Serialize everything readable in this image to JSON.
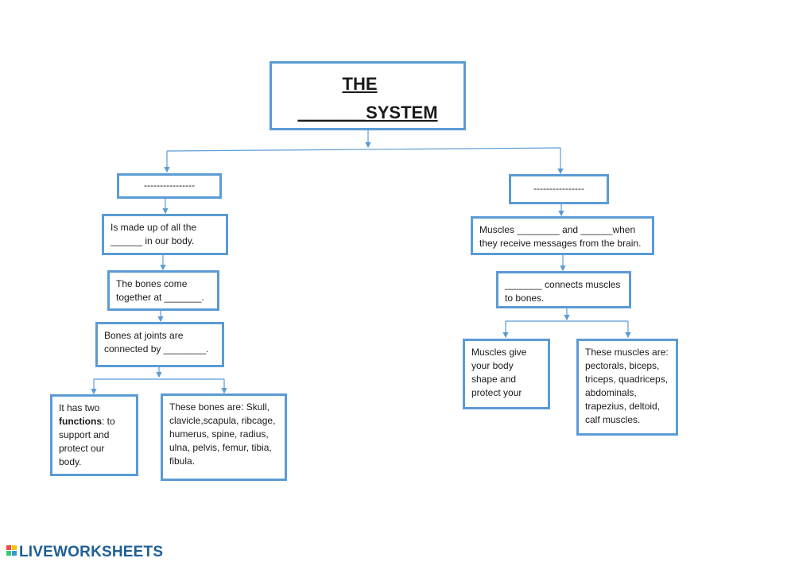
{
  "title": {
    "line1": "THE",
    "line2": "_______SYSTEM"
  },
  "left": {
    "header": "----------------",
    "box1": "Is made up of all the\n______ in our body.",
    "box2": "The bones come\ntogether at _______.",
    "box3": "Bones at joints are\nconnected by ________.",
    "box4_pre": "It has two\n",
    "box4_bold": "functions",
    "box4_post": ": to\nsupport and\nprotect our\nbody.",
    "box5": "These bones are: Skull,\nclavicle,scapula, ribcage,\nhumerus, spine, radius,\nulna, pelvis, femur, tibia,\nfibula."
  },
  "right": {
    "header": "----------------",
    "box1": "Muscles ________ and ______when\nthey receive messages from the brain.",
    "box2": "_______ connects muscles\nto bones.",
    "box3": "Muscles give\nyour body\nshape and\nprotect your",
    "box4": "These muscles are:\npectorals, biceps,\ntriceps, quadriceps,\nabdominals,\ntrapezius, deltoid,\ncalf muscles."
  },
  "branding": {
    "text": "LIVEWORKSHEETS"
  },
  "colors": {
    "accent": "#5b9bd5",
    "brand": "#1f5f95"
  }
}
